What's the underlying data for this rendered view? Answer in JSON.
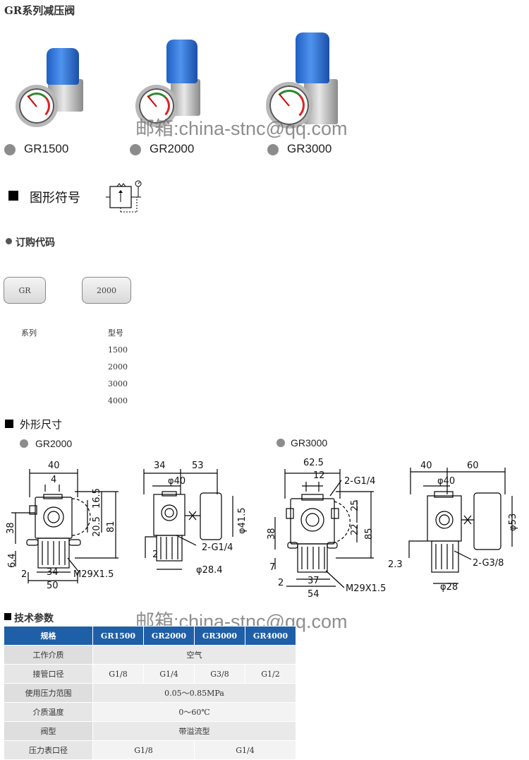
{
  "page_title": "GR系列减压阀",
  "products": [
    {
      "model": "GR1500"
    },
    {
      "model": "GR2000"
    },
    {
      "model": "GR3000"
    }
  ],
  "watermark": "邮箱:china-stnc@qq.com",
  "symbol_section": {
    "title": "图形符号"
  },
  "order_section": {
    "title": "订购代码",
    "code_boxes": [
      "GR",
      "2000"
    ],
    "series_label": "系列",
    "model_label": "型号",
    "models": [
      "1500",
      "2000",
      "3000",
      "4000"
    ]
  },
  "dimensions_section": {
    "title": "外形尺寸",
    "drawings": [
      {
        "name": "GR2000",
        "labels": {
          "w40": "40",
          "w4": "4",
          "h16_5": "16.5",
          "h20_5": "20.5",
          "h81": "81",
          "h38": "38",
          "h6_4": "6.4",
          "w2": "2",
          "w34": "34",
          "w50": "50",
          "thread": "M29X1.5",
          "s34": "34",
          "s53": "53",
          "phi40": "φ40",
          "phi41_5": "φ41.5",
          "port": "2-G1/4",
          "s2": "2",
          "phi28_4": "φ28.4"
        }
      },
      {
        "name": "GR3000",
        "labels": {
          "w62_5": "62.5",
          "w12": "12",
          "port": "2-G1/4",
          "h25": "25",
          "h22": "22",
          "h85": "85",
          "h38": "38",
          "h7": "7",
          "w2": "2",
          "w37": "37",
          "w54": "54",
          "thread": "M29X1.5",
          "s40": "40",
          "s60": "60",
          "phi40": "φ40",
          "phi53": "φ53",
          "s2_3": "2.3",
          "port2": "2-G3/8",
          "phi28": "φ28"
        }
      }
    ]
  },
  "spec_section": {
    "title": "技术参数",
    "header": [
      "规格",
      "GR1500",
      "GR2000",
      "GR3000",
      "GR4000"
    ],
    "rows": [
      {
        "label": "工作介质",
        "value": "空气"
      },
      {
        "label": "接管口径",
        "values": [
          "G1/8",
          "G1/4",
          "G3/8",
          "G1/2"
        ]
      },
      {
        "label": "使用压力范围",
        "value": "0.05～0.85MPa"
      },
      {
        "label": "介质温度",
        "value": "0～60℃"
      },
      {
        "label": "阀型",
        "value": "带溢流型"
      },
      {
        "label": "压力表口径",
        "values2": [
          "G1/8",
          "G1/4"
        ]
      }
    ]
  },
  "colors": {
    "table_header": "#1f5fa7",
    "knob_blue": "#2f74d8",
    "bullet_gray": "#8c8c8c"
  }
}
